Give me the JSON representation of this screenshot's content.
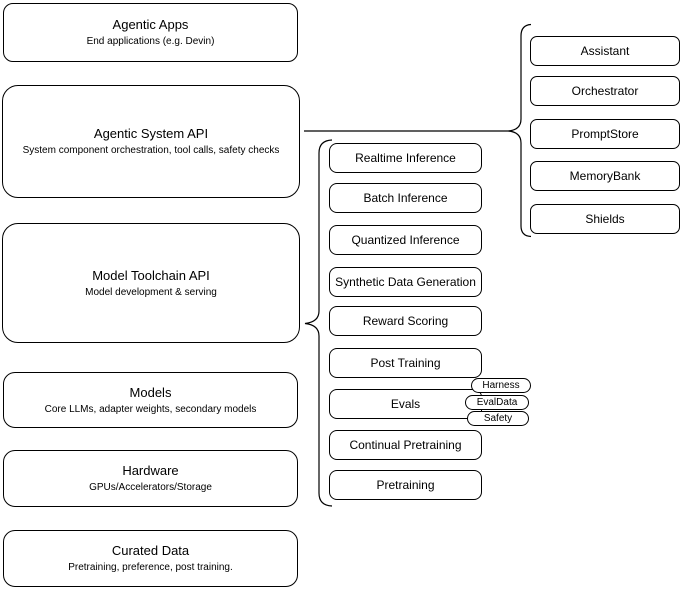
{
  "diagram": {
    "stack": [
      {
        "title": "Agentic Apps",
        "subtitle": "End applications (e.g. Devin)"
      },
      {
        "title": "Agentic System API",
        "subtitle": "System component orchestration, tool calls, safety checks"
      },
      {
        "title": "Model Toolchain API",
        "subtitle": "Model development & serving"
      },
      {
        "title": "Models",
        "subtitle": "Core LLMs, adapter weights, secondary models"
      },
      {
        "title": "Hardware",
        "subtitle": "GPUs/Accelerators/Storage"
      },
      {
        "title": "Curated Data",
        "subtitle": "Pretraining, preference, post training."
      }
    ],
    "toolchain_nodes": [
      "Realtime Inference",
      "Batch Inference",
      "Quantized Inference",
      "Synthetic Data Generation",
      "Reward Scoring",
      "Post Training",
      "Evals",
      "Continual Pretraining",
      "Pretraining"
    ],
    "eval_tags": [
      "Harness",
      "EvalData",
      "Safety"
    ],
    "system_nodes": [
      "Assistant",
      "Orchestrator",
      "PromptStore",
      "MemoryBank",
      "Shields"
    ],
    "colors": {
      "stroke": "#000000",
      "fill": "#ffffff",
      "background": "#ffffff",
      "text": "#000000"
    }
  }
}
